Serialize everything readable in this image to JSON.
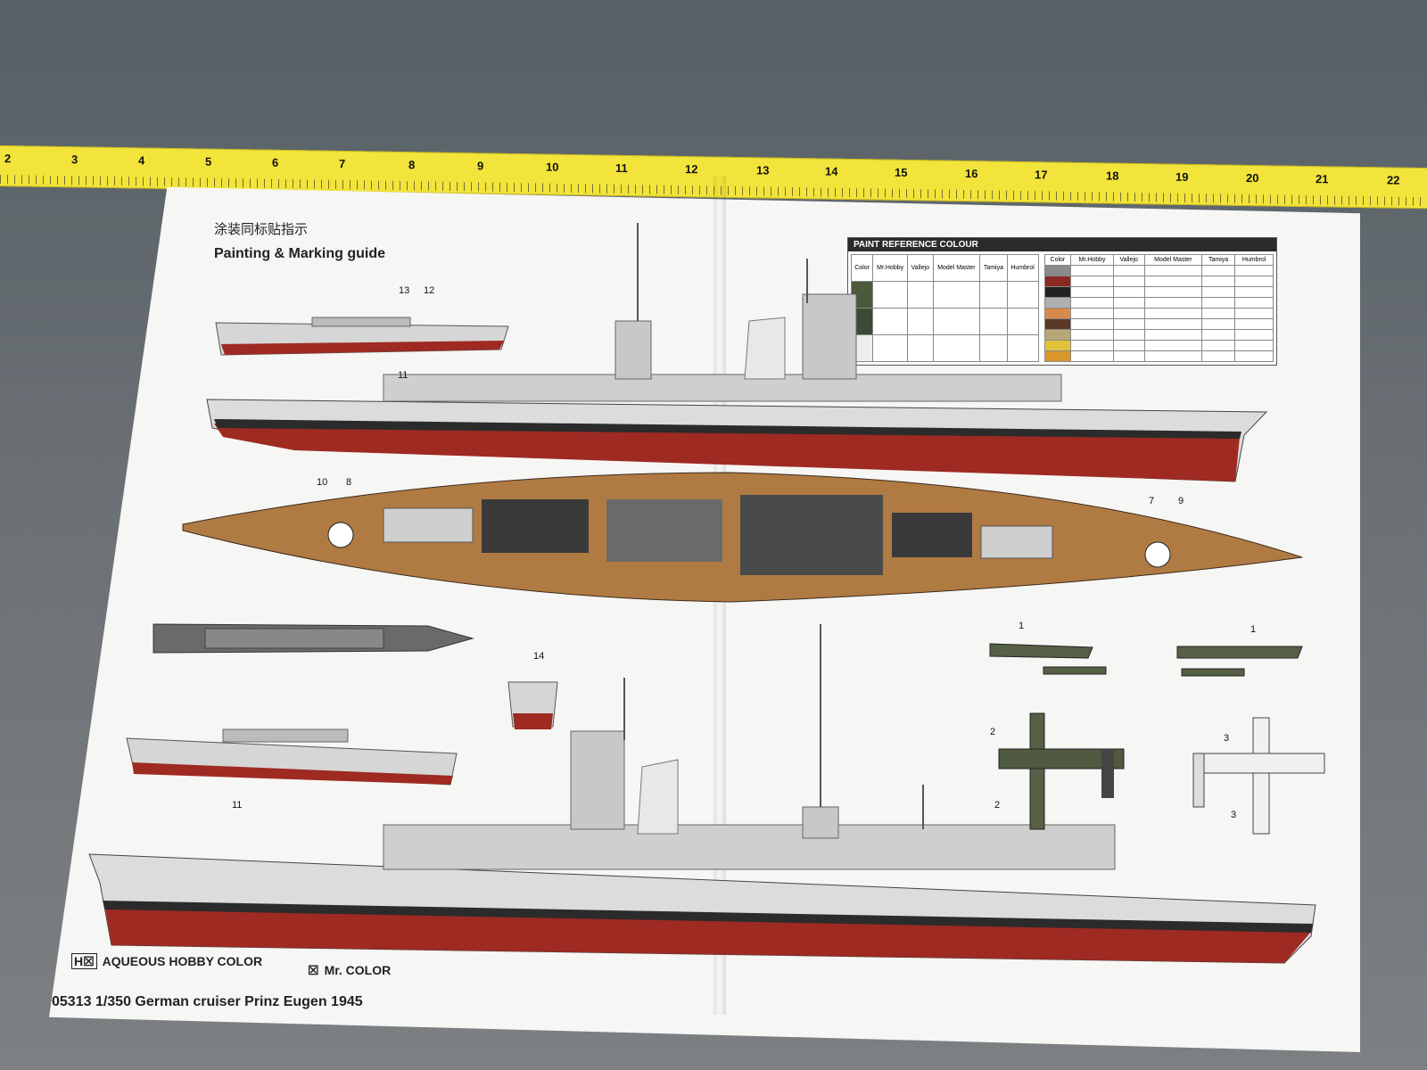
{
  "tape": {
    "numbers": [
      "2",
      "3",
      "4",
      "5",
      "6",
      "7",
      "8",
      "9",
      "10",
      "11",
      "12",
      "13",
      "14",
      "15",
      "16",
      "17",
      "18",
      "19",
      "20",
      "21",
      "22"
    ],
    "color": "#f2e43a"
  },
  "sheet": {
    "title_cn": "涂装同标贴指示",
    "title_en": "Painting & Marking guide",
    "legend_aqueous": "AQUEOUS HOBBY COLOR",
    "legend_mr": "Mr. COLOR",
    "product": "05313  1/350 German cruiser Prinz Eugen 1945"
  },
  "paint_reference": {
    "title": "PAINT REFERENCE COLOUR",
    "left_headers": [
      "Color",
      "Mr.Hobby",
      "Vallejo",
      "Model Master",
      "Tamiya",
      "Humbrol"
    ],
    "right_headers": [
      "Color",
      "Mr.Hobby",
      "Vallejo",
      "Model Master",
      "Tamiya",
      "Humbrol"
    ]
  },
  "callouts": [
    "13",
    "12",
    "11",
    "10",
    "8",
    "7",
    "9",
    "14",
    "11",
    "1",
    "1",
    "2",
    "2",
    "3",
    "3"
  ],
  "hull_colors": {
    "red": "#9e2a22",
    "grey": "#d9d9d9",
    "deck": "#b07a43",
    "dark": "#3a3a3a"
  }
}
